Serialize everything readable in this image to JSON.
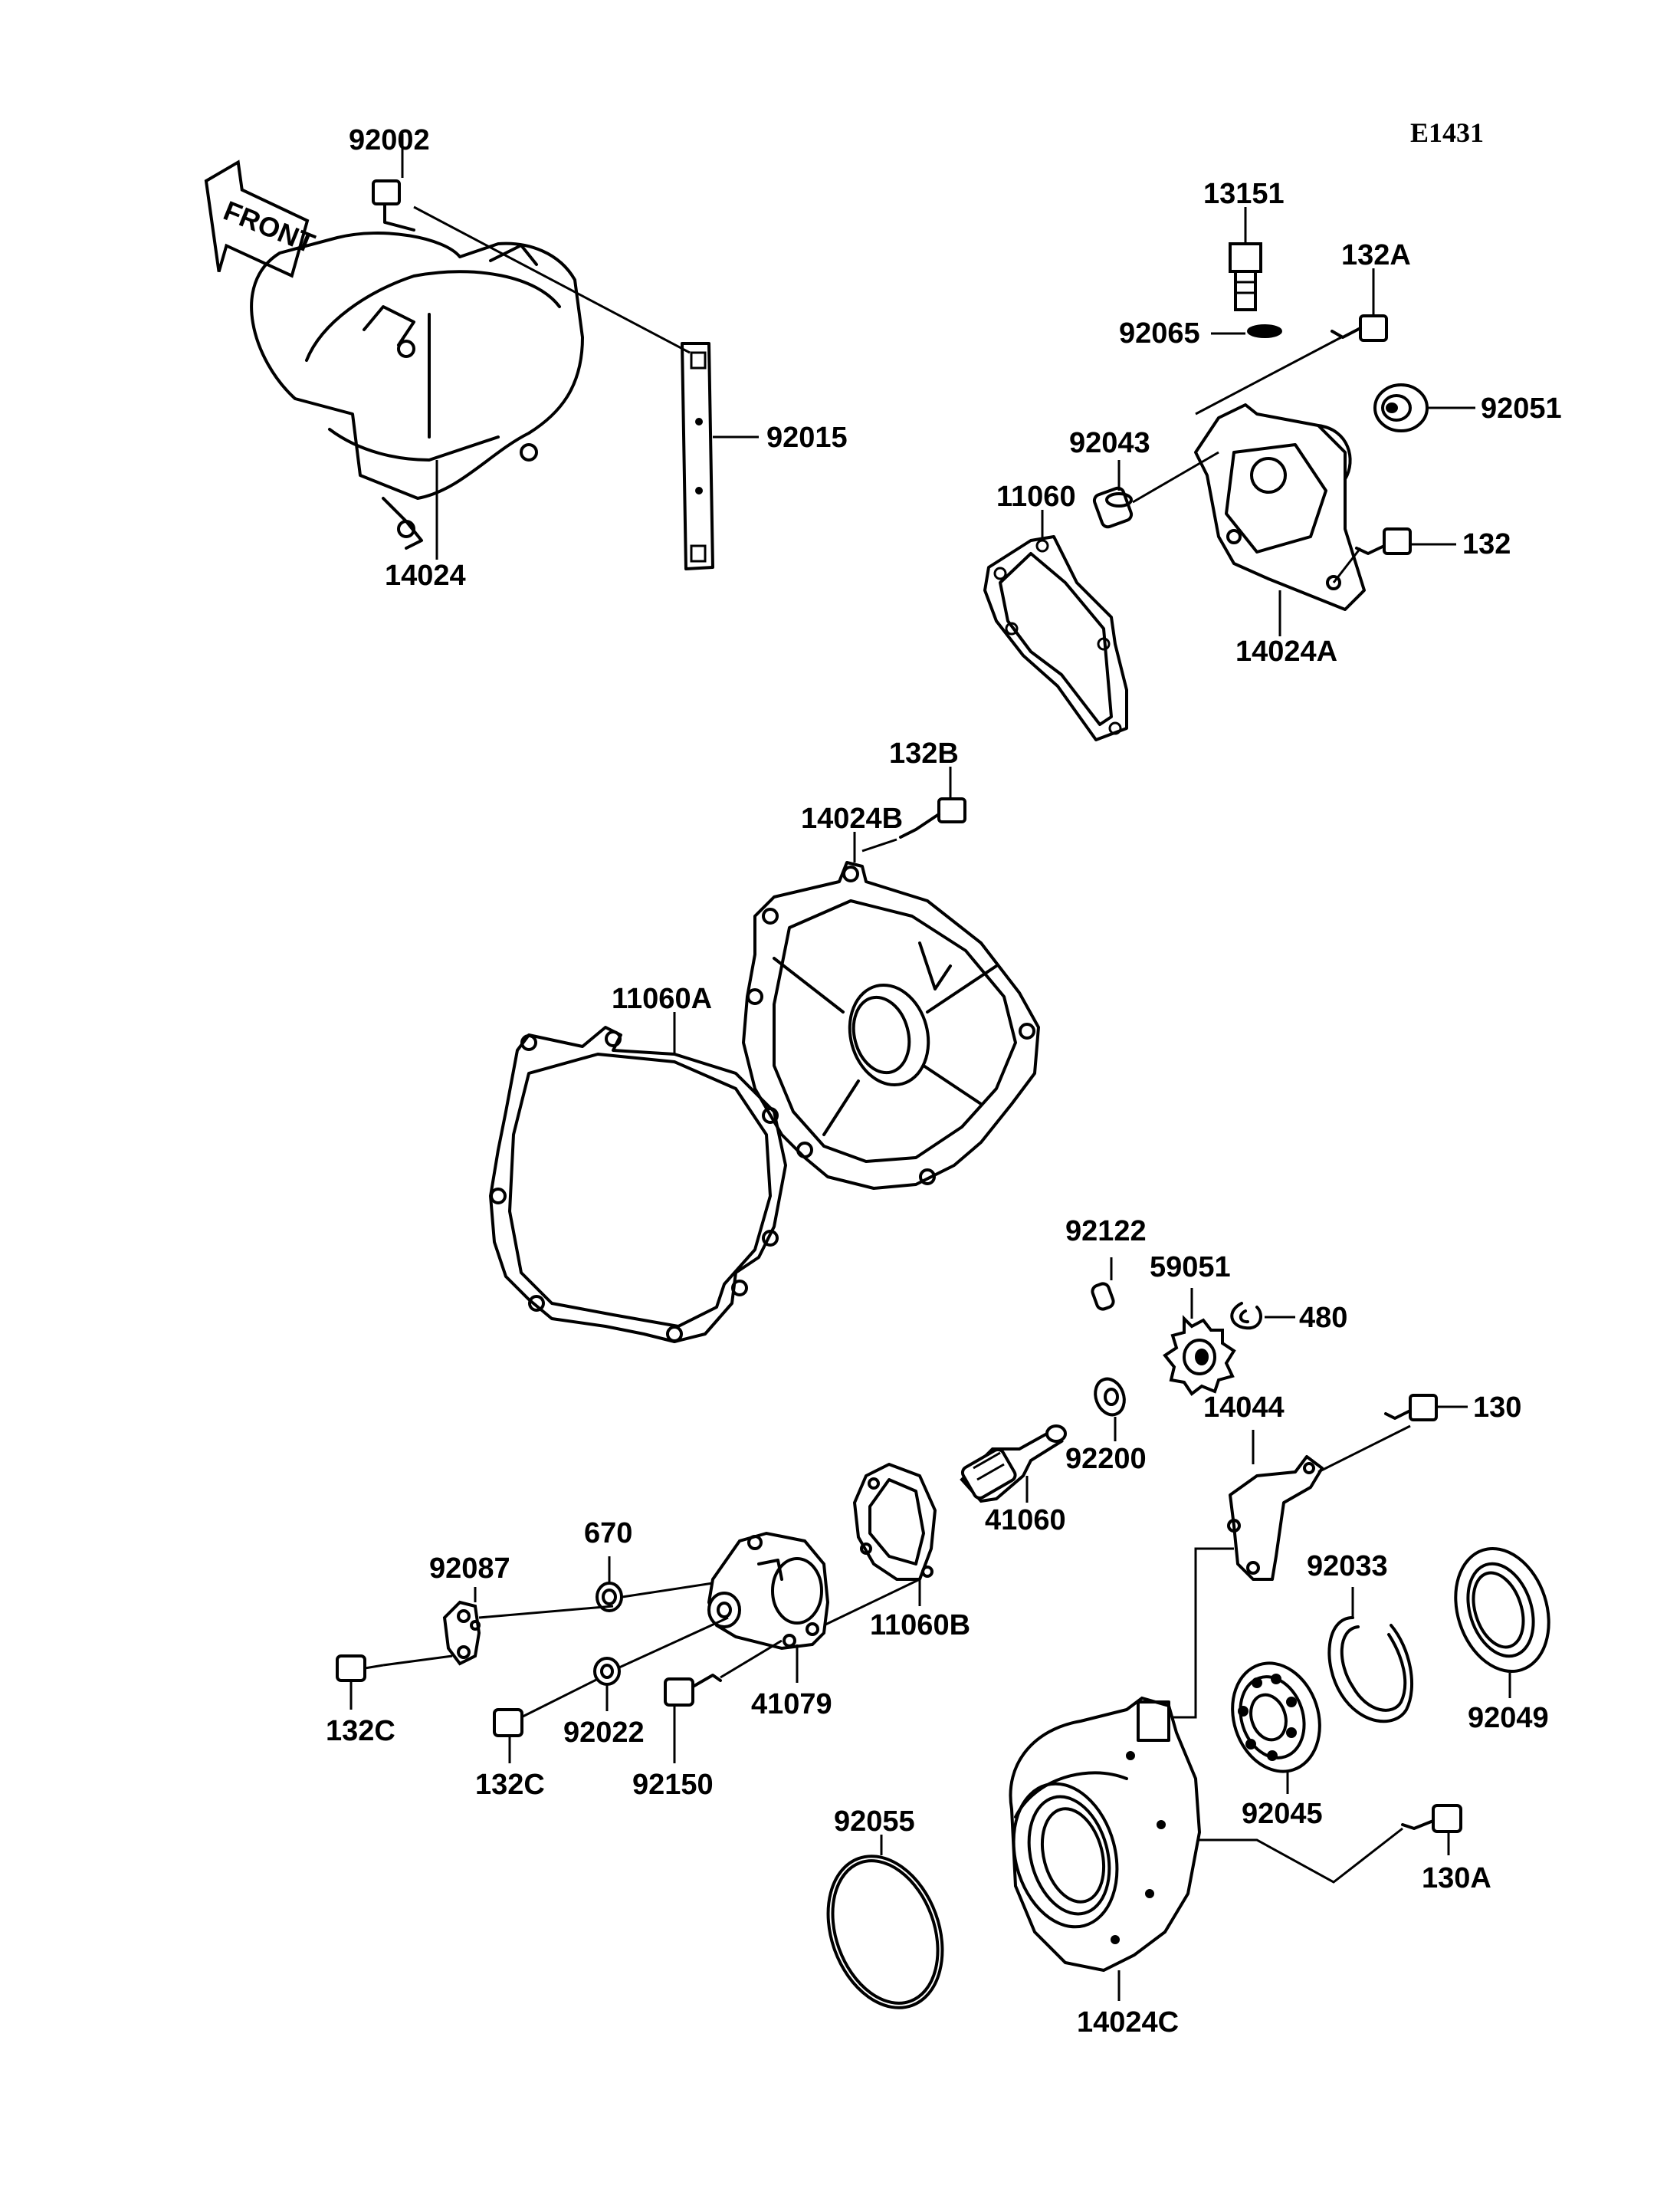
{
  "diagram_code": "E1431",
  "front_label": "FRONT",
  "labels": {
    "p92002": "92002",
    "p92015": "92015",
    "p14024": "14024",
    "p13151": "13151",
    "p132A": "132A",
    "p92065": "92065",
    "p92051": "92051",
    "p92043": "92043",
    "p11060": "11060",
    "p132": "132",
    "p14024A": "14024A",
    "p132B": "132B",
    "p14024B": "14024B",
    "p11060A": "11060A",
    "p92122": "92122",
    "p59051": "59051",
    "p480": "480",
    "p14044": "14044",
    "p130": "130",
    "p92200": "92200",
    "p41060": "41060",
    "p670": "670",
    "p92087": "92087",
    "p11060B": "11060B",
    "p92033": "92033",
    "p92049": "92049",
    "p132C_left": "132C",
    "p92022": "92022",
    "p41079": "41079",
    "p132C_mid": "132C",
    "p92150": "92150",
    "p92045": "92045",
    "p92055": "92055",
    "p130A": "130A",
    "p14024C": "14024C"
  }
}
